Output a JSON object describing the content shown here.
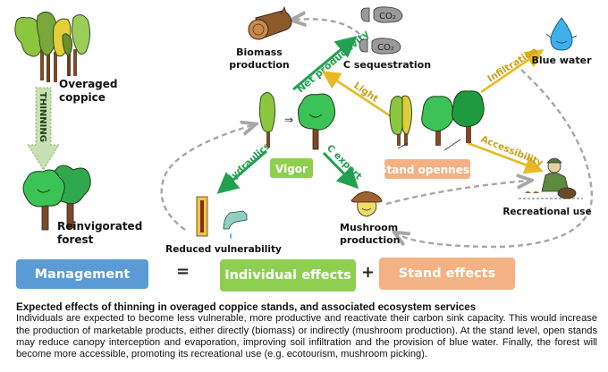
{
  "colors": {
    "management": "#5b9bd5",
    "individual": "#8fcf4f",
    "stand": "#f4b183",
    "green_arrow": "#22a050",
    "yellow_arrow": "#e8b923",
    "dashed_arrow": "#a6a6a6",
    "thinning_arrow": "#c6e0b4"
  },
  "left_panel": {
    "top_label_line1": "Overaged",
    "top_label_line2": "coppice",
    "thinning_label": "THINNING",
    "bottom_label_line1": "Reinvigorated",
    "bottom_label_line2": "forest"
  },
  "nodes": {
    "biomass_line1": "Biomass",
    "biomass_line2": "production",
    "c_sequestration": "C sequestration",
    "blue_water": "Blue water",
    "vigor": "Vigor",
    "stand_openness": "Stand openness",
    "reduced_vulnerability": "Reduced vulnerability",
    "mushroom_line1": "Mushroom",
    "mushroom_line2": "production",
    "recreational_use": "Recreational use",
    "co2_label": "CO₂"
  },
  "arrows": {
    "net_productivity": "Net productivity",
    "light": "Light",
    "infiltration": "Infiltration",
    "accessibility": "Accessibility",
    "hydraulics": "Hydraulics",
    "c_export": "C export",
    "transform": "⇒"
  },
  "equation": {
    "management": "Management",
    "equals": "=",
    "individual_effects": "Individual effects",
    "plus": "+",
    "stand_effects": "Stand effects"
  },
  "caption": {
    "title": "Expected effects of thinning in overaged coppice stands, and associated ecosystem services",
    "body": "Individuals are expected to become less vulnerable, more productive and reactivate their carbon sink capacity. This would increase the production of marketable products, either directly (biomass) or indirectly (mushroom production). At the stand level, open stands may reduce canopy interception and evaporation, improving soil infiltration and the provision of blue water. Finally, the forest will become more accessible, promoting its recreational use (e.g. ecotourism, mushroom picking)."
  }
}
